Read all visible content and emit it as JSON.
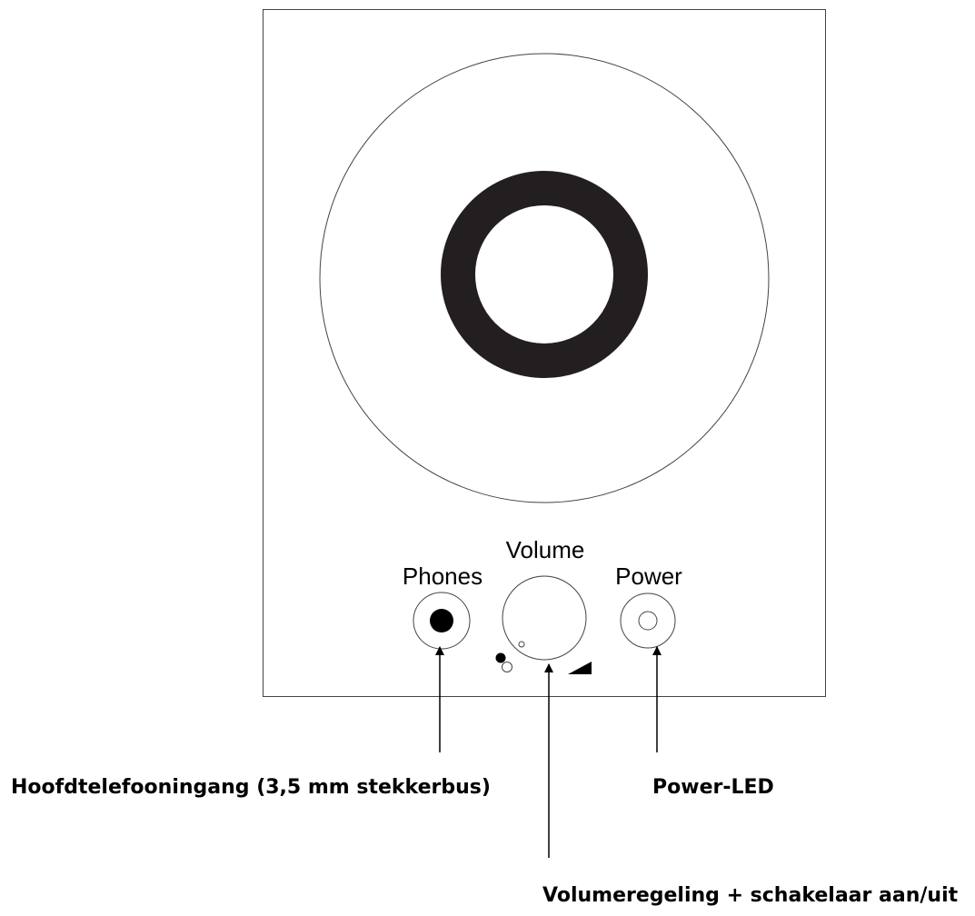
{
  "panel": {
    "label_volume": "Volume",
    "label_phones": "Phones",
    "label_power": "Power"
  },
  "callouts": {
    "headphone_jack": "Hoofdtelefooningang (3,5 mm stekkerbus)",
    "power_led": "Power-LED",
    "volume_control": "Volumeregeling + schakelaar aan/uit"
  },
  "colors": {
    "line": "#000000",
    "background": "#ffffff"
  }
}
